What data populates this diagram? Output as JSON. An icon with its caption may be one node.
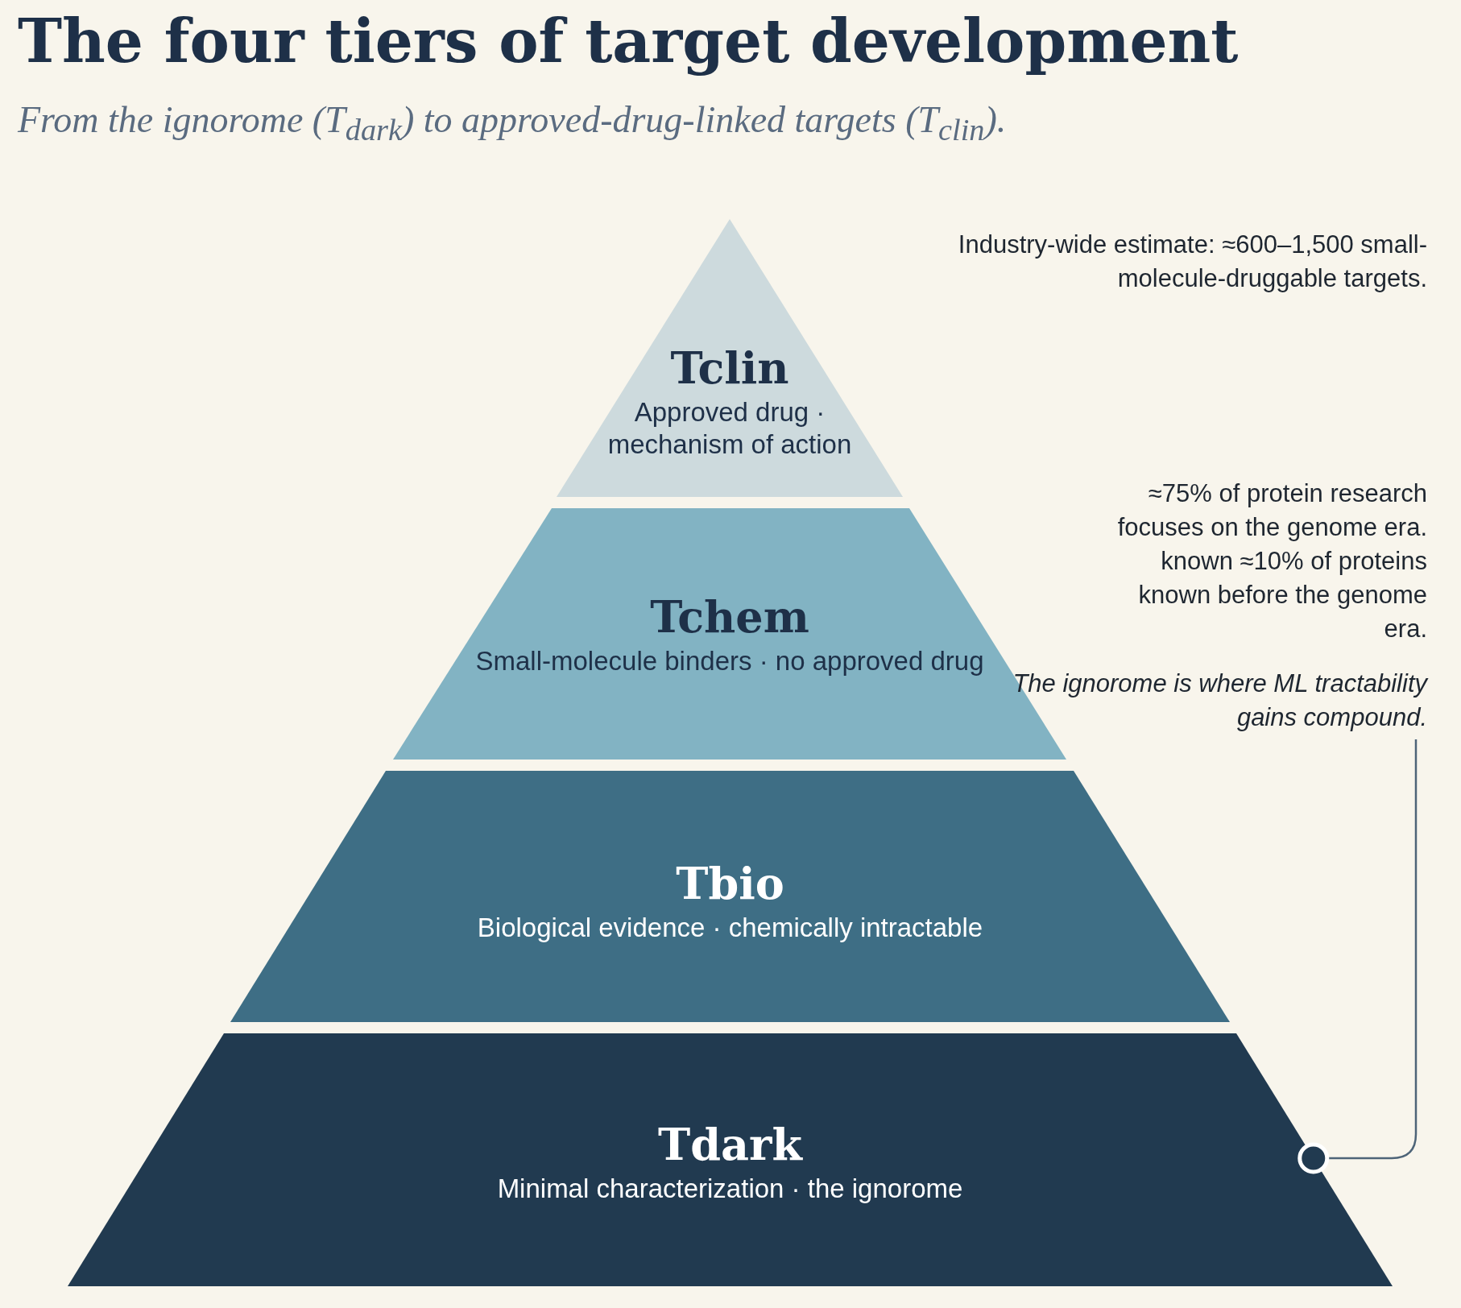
{
  "diagram": {
    "title": "The four tiers of target development",
    "caption": "From the ignorome (T$_{dark}$) to approved-drug-linked targets (T$_{clin}$).",
    "nodes": [
      {
        "text": [
          "Tclin",
          "Approved drug · mechanism of action"
        ]
      },
      {
        "text": [
          "Tchem",
          "Small-molecule binders · no approved drug"
        ]
      },
      {
        "text": [
          "Tbio",
          "Biological evidence · chemically intractable"
        ]
      },
      {
        "text": [
          "Tdark",
          "Minimal characterization · the ignorome"
        ]
      },
      {
        "text": [
          "The ignorome is where ML tractability gains compound."
        ]
      }
    ],
    "edges": [
      {
        "from": 4,
        "to": 3,
        "arrow": "other"
      }
    ],
    "labels": [
      "Industry-wide estimate: ≈600–1,500 small-molecule-druggable targets.",
      "≈75% of protein research focuses on the genome era. known ≈10% of proteins known before the genome era."
    ]
  }
}
